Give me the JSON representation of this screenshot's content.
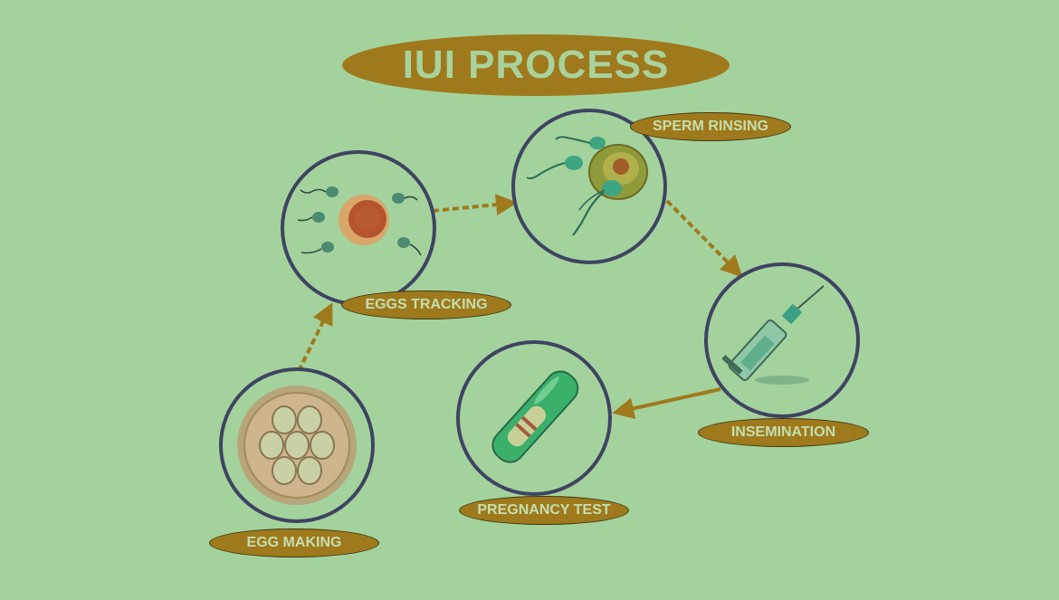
{
  "title": "IUI PROCESS",
  "steps": [
    {
      "key": "egg_making",
      "label": "EGG MAKING",
      "icon": "egg-cells-icon"
    },
    {
      "key": "eggs_tracking",
      "label": "EGGS TRACKING",
      "icon": "egg-with-sperm-icon"
    },
    {
      "key": "sperm_rinsing",
      "label": "SPERM RINSING",
      "icon": "sperm-cell-icon"
    },
    {
      "key": "insemination",
      "label": "INSEMINATION",
      "icon": "syringe-icon"
    },
    {
      "key": "pregnancy_test",
      "label": "PREGNANCY TEST",
      "icon": "pregnancy-test-icon"
    }
  ],
  "colors": {
    "background": "#a4d29c",
    "pill": "#9e7a1d",
    "circle_outline": "#3e4462",
    "arrow": "#9e7a1d",
    "label_text": "#c5dfae"
  }
}
